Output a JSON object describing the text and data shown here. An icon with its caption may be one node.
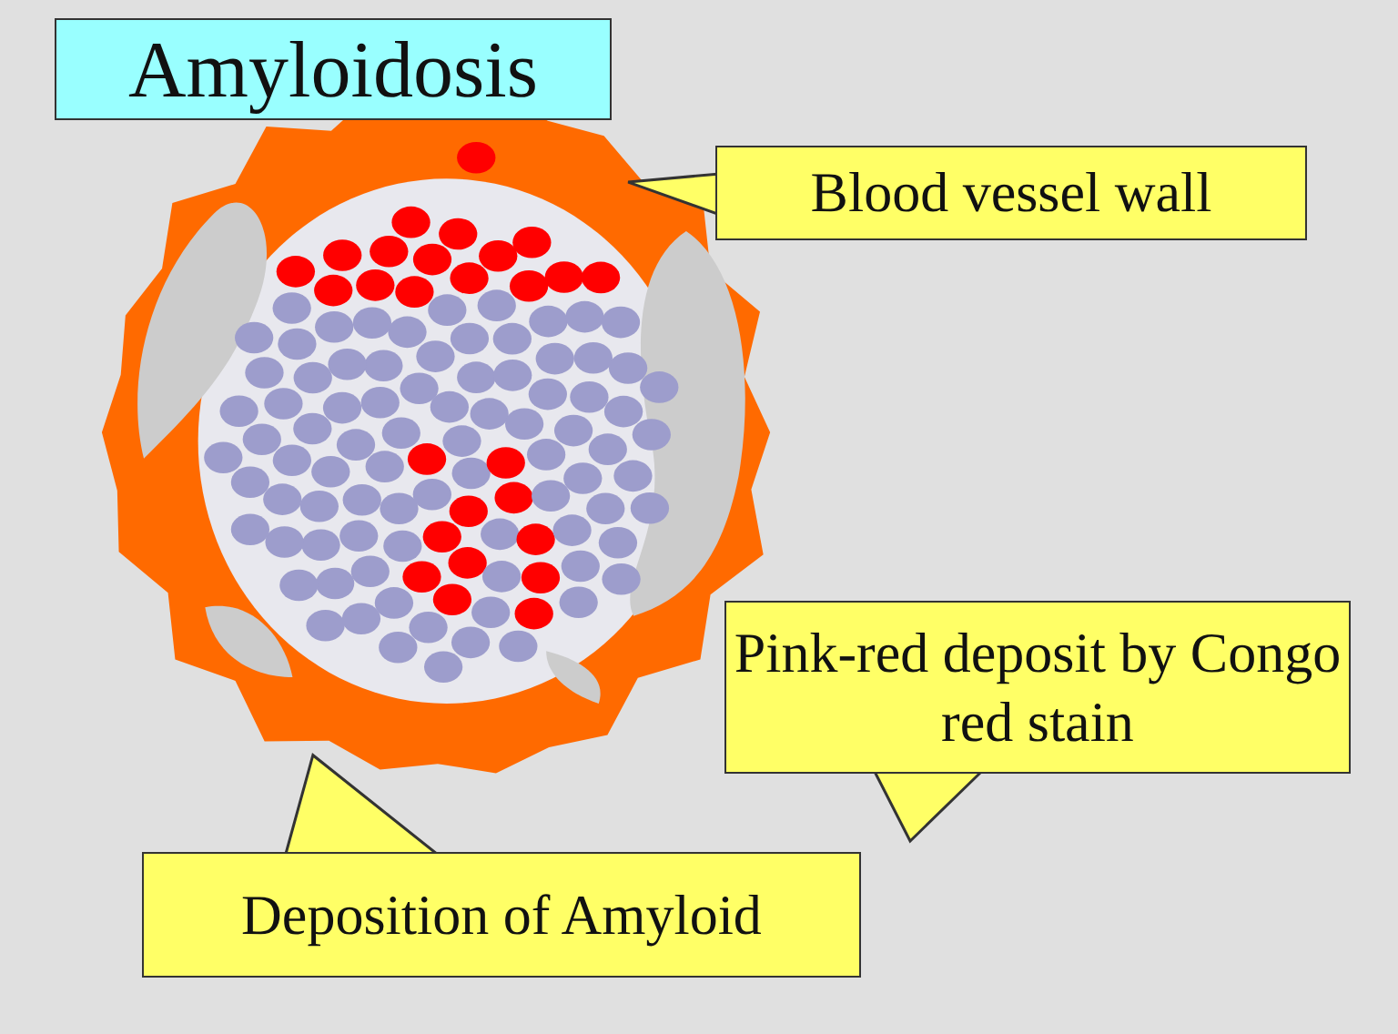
{
  "diagram": {
    "title": "Amyloidosis",
    "nodes": [
      {
        "text": [],
        "shape": "picture"
      },
      {
        "text": [
          "Blood vessel wall"
        ]
      },
      {
        "text": [
          "Pink-red deposit by Congo red stain"
        ]
      },
      {
        "text": [
          "Deposition of Amyloid"
        ]
      }
    ],
    "edges": [
      {
        "from": 1,
        "to": 0,
        "arrow": "to"
      },
      {
        "from": 3,
        "to": 0,
        "arrow": "to"
      }
    ]
  }
}
